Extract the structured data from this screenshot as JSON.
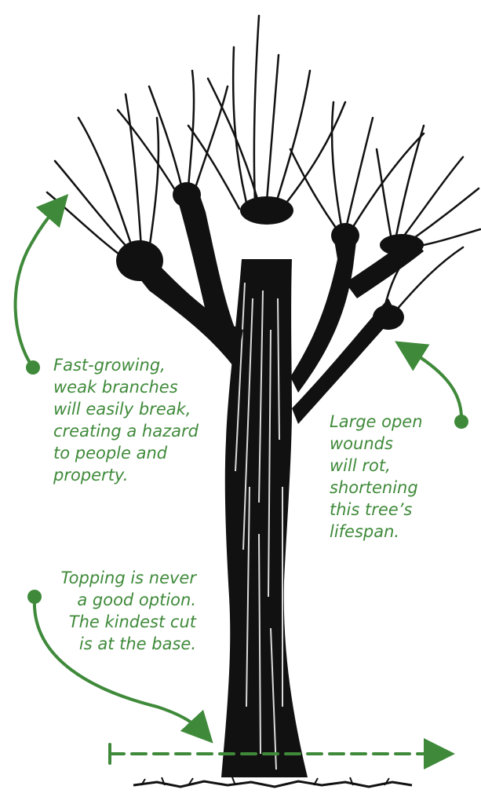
{
  "annotations": {
    "branches": {
      "lines": [
        "Fast-growing,",
        "weak branches",
        "will easily break,",
        "creating a hazard",
        "to people and",
        "property."
      ]
    },
    "wounds": {
      "lines": [
        "Large open",
        "wounds",
        "will rot,",
        "shortening",
        "this tree’s",
        "lifespan."
      ]
    },
    "topping": {
      "lines": [
        "Topping is never",
        "a good option.",
        "The kindest cut",
        "is at the base."
      ]
    }
  },
  "colors": {
    "annotation_green": "#3f8a3a",
    "ink": "#111111",
    "background": "#ffffff"
  },
  "icons": {
    "tree": "topped-tree-illustration",
    "arrow_branches": "curved-arrow-icon",
    "arrow_wounds": "curved-arrow-icon",
    "arrow_cut": "curved-arrow-icon",
    "cut_line": "dashed-cut-line-arrow-icon"
  }
}
